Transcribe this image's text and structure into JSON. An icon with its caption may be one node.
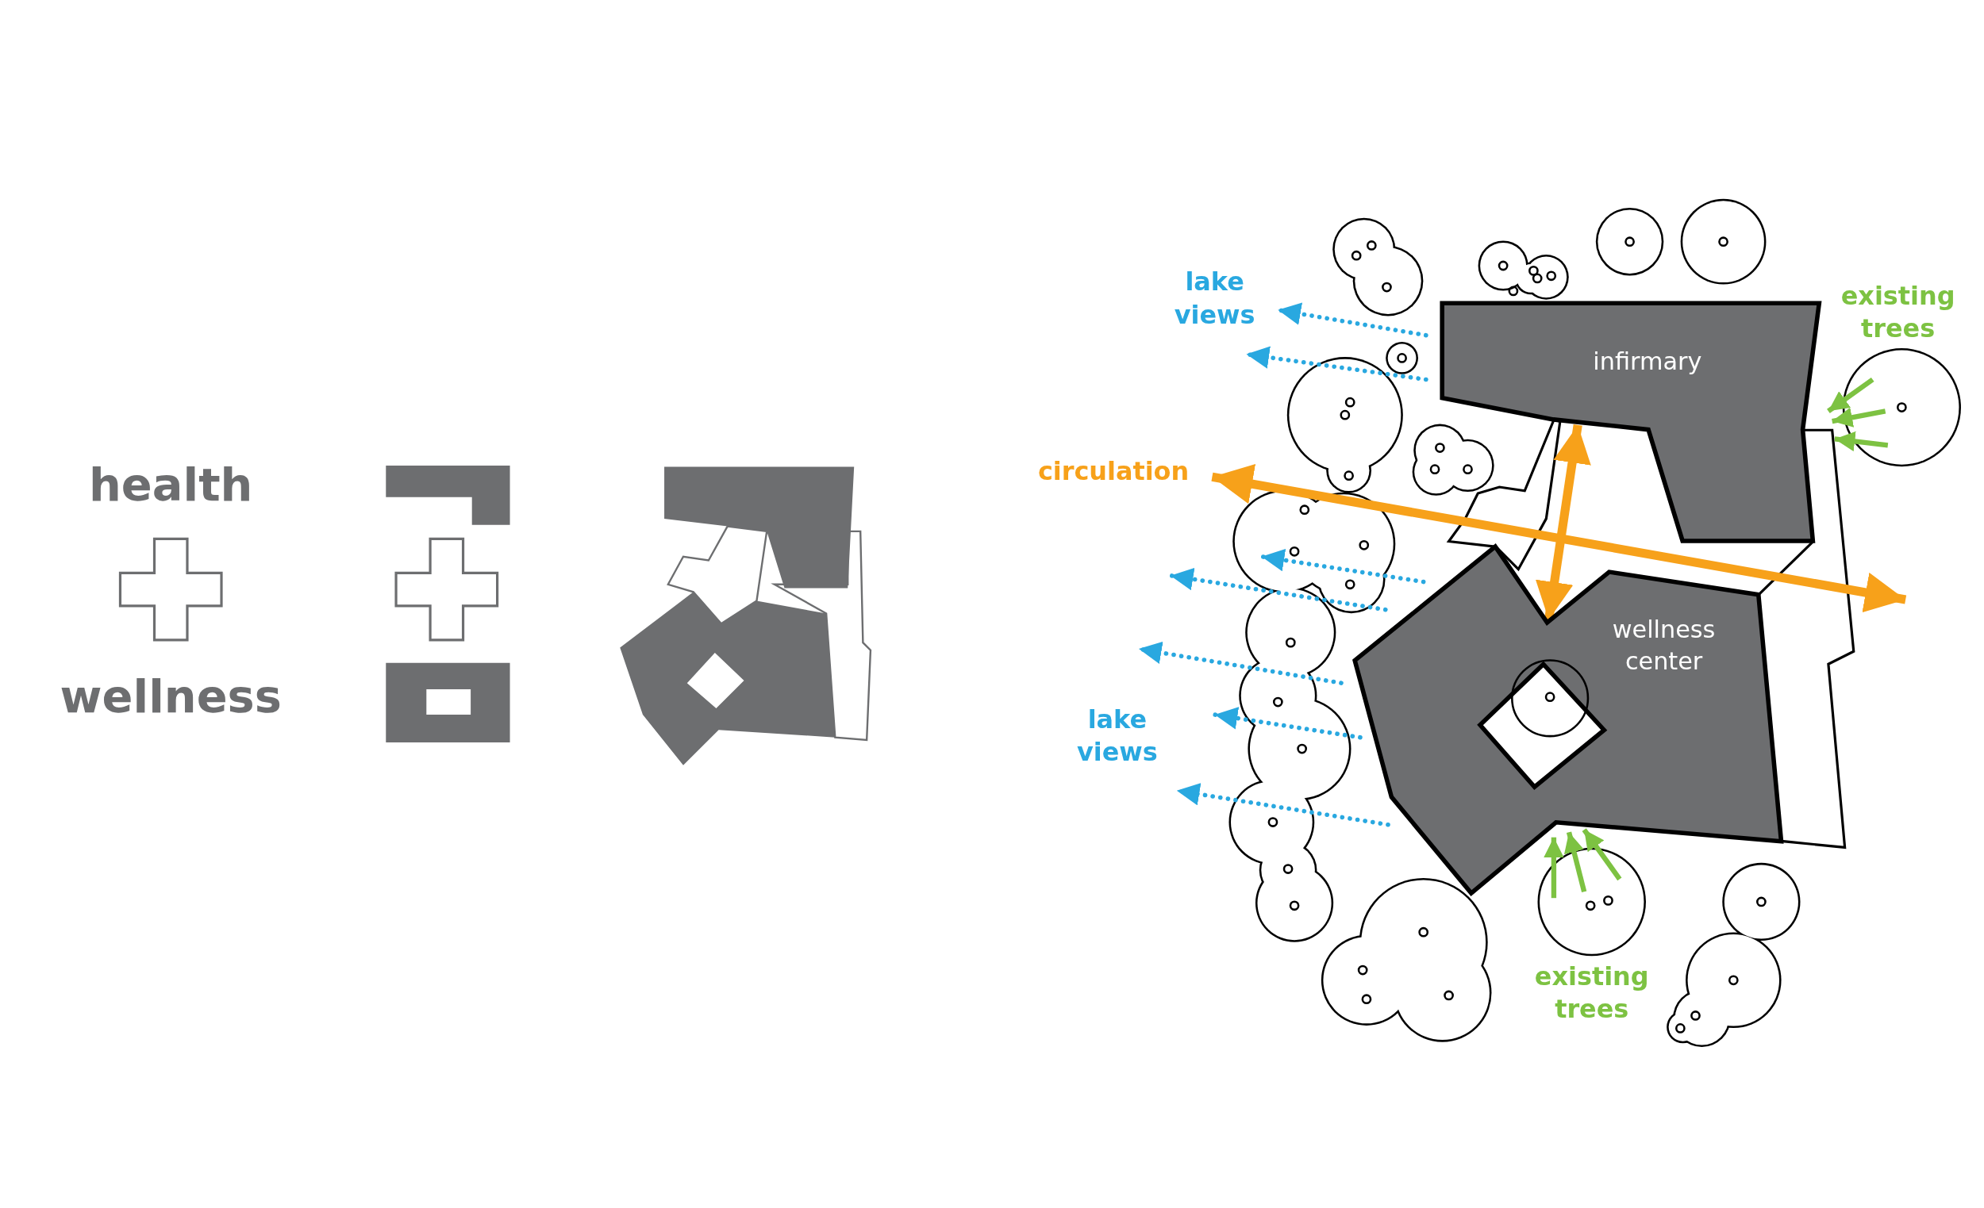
{
  "diagram": {
    "nodes": [
      {
        "text": [
          "infirmary"
        ]
      },
      {
        "text": [
          "wellness center"
        ]
      }
    ],
    "edges": [
      {
        "from": 0,
        "to": 1,
        "arrow": "both",
        "color": "#f7a11a"
      }
    ],
    "labels": [
      "health",
      "wellness",
      "lake views",
      "existing trees",
      "circulation",
      "lake views",
      "existing trees"
    ]
  }
}
